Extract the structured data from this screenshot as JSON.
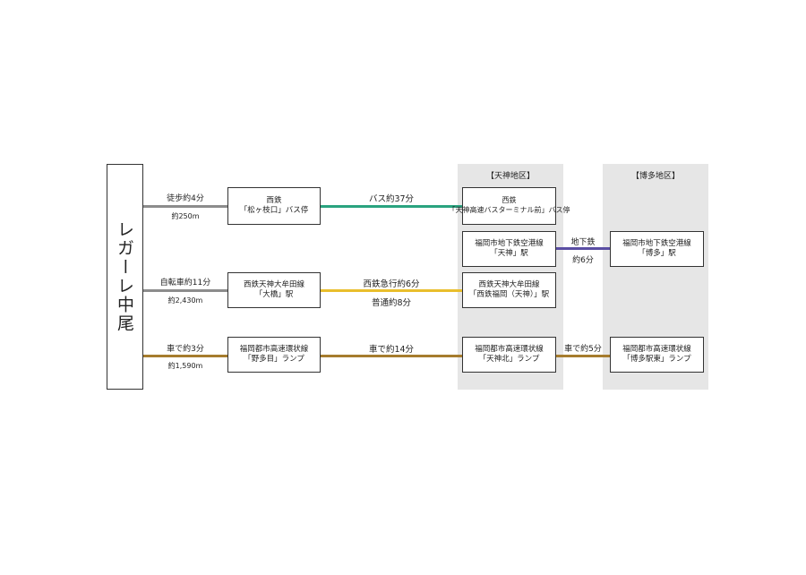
{
  "origin": "レガーレ中尾",
  "regions": {
    "tenjin": "【天神地区】",
    "hakata": "【博多地区】"
  },
  "stops": {
    "bus_stop": [
      "西鉄",
      "「松ヶ枝口」バス停"
    ],
    "ohashi": [
      "西鉄天神大牟田線",
      "「大橋」駅"
    ],
    "notame": [
      "福岡都市高速環状線",
      "「野多目」ランプ"
    ],
    "tenjin_bus": [
      "西鉄",
      "「天神高速バスターミナル前」バス停"
    ],
    "tenjin_subway": [
      "福岡市地下鉄空港線",
      "「天神」駅"
    ],
    "nishitetsu_fukuoka": [
      "西鉄天神大牟田線",
      "「西鉄福岡（天神）」駅"
    ],
    "tenjinkita": [
      "福岡都市高速環状線",
      "「天神北」ランプ"
    ],
    "hakata_subway": [
      "福岡市地下鉄空港線",
      "「博多」駅"
    ],
    "hakataekihigashi": [
      "福岡都市高速環状線",
      "「博多駅東」ランプ"
    ]
  },
  "labels": {
    "walk_time": "徒歩約4分",
    "walk_dist": "約250m",
    "bike_time": "自転車約11分",
    "bike_dist": "約2,430m",
    "car_time": "車で約3分",
    "car_dist": "約1,590m",
    "bus_ride": "バス約37分",
    "express": "西鉄急行約6分",
    "local": "普通約8分",
    "car_ride": "車で約14分",
    "subway": "地下鉄",
    "subway_time": "約6分",
    "car_ride2": "車で約5分"
  },
  "colors": {
    "gray": "#8c8c8c",
    "bus_green": "#2aa37f",
    "nishitetsu_yellow": "#e9be2c",
    "expressway_brown": "#a67c2e",
    "subway_purple": "#5a4ea3",
    "region_bg": "#e6e6e6"
  }
}
